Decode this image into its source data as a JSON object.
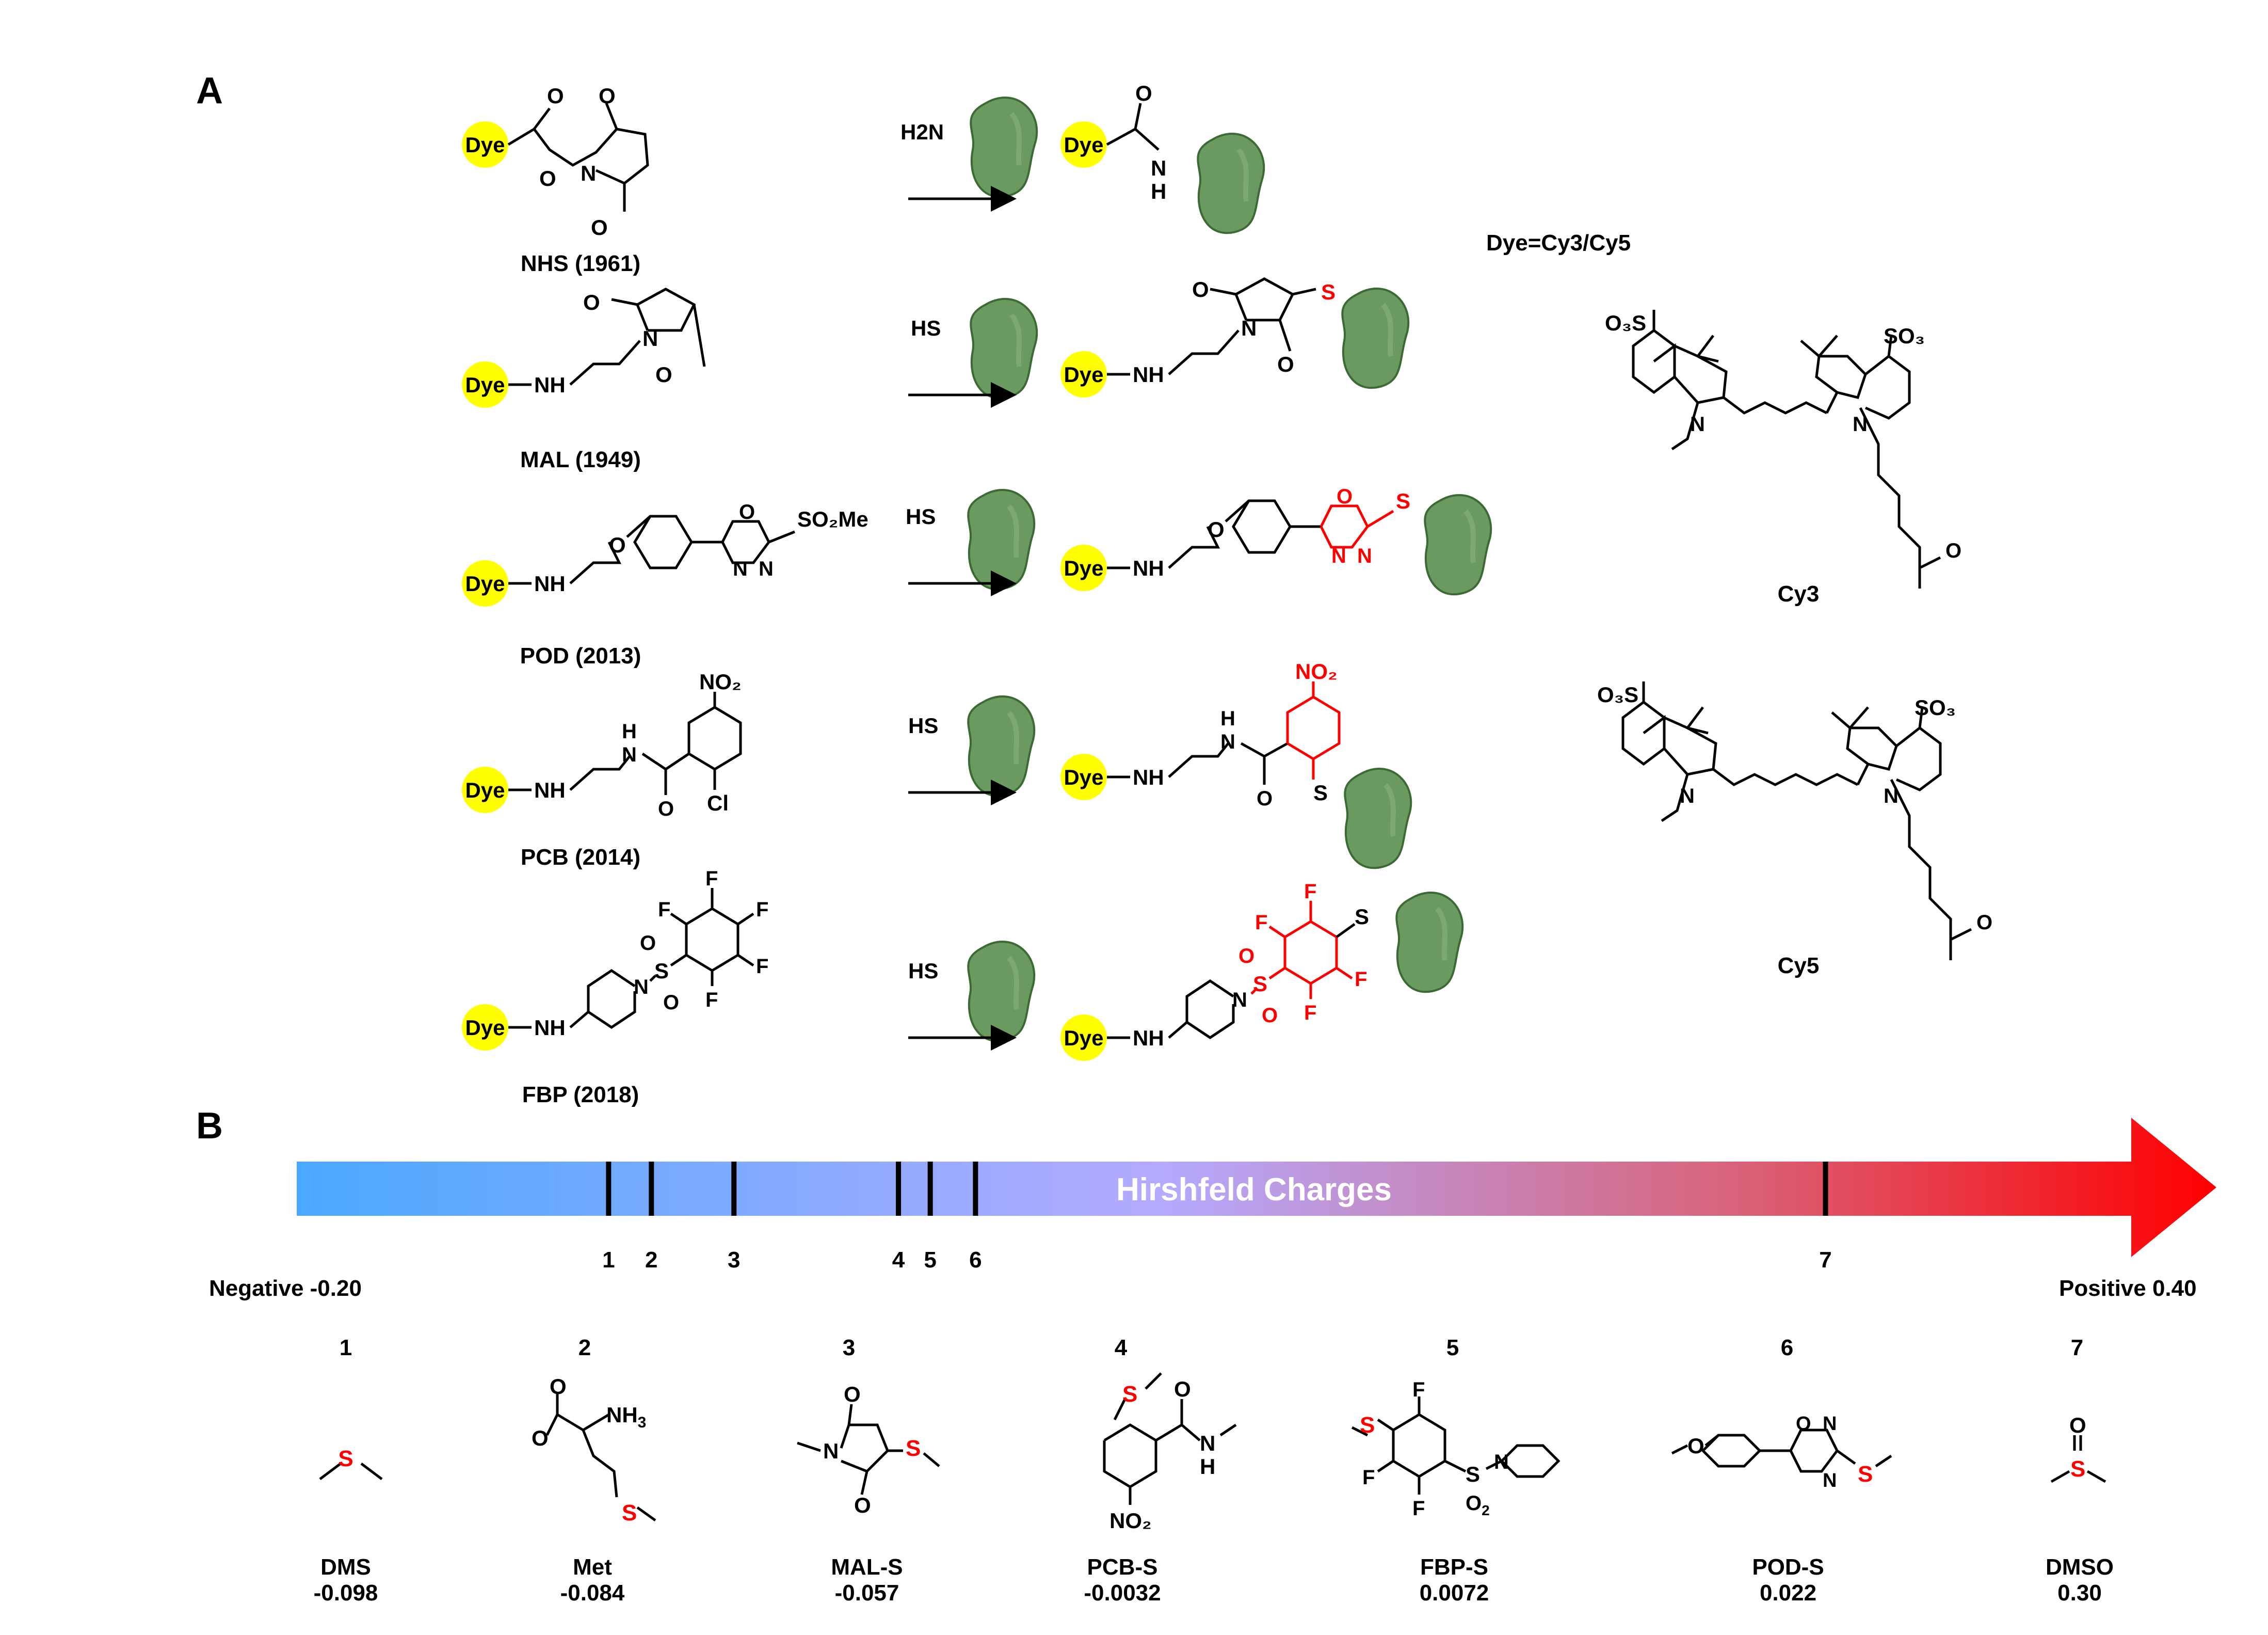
{
  "panel_a": {
    "label": "A",
    "dye_word": "Dye",
    "dye_def": "Dye=Cy3/Cy5",
    "reagents": [
      {
        "name": "NHS (1961)",
        "nucleophile": "H2N"
      },
      {
        "name": "MAL (1949)",
        "nucleophile": "HS"
      },
      {
        "name": "POD (2013)",
        "nucleophile": "HS"
      },
      {
        "name": "PCB (2014)",
        "nucleophile": "HS"
      },
      {
        "name": "FBP (2018)",
        "nucleophile": "HS"
      }
    ],
    "cyanines": [
      {
        "name": "Cy3"
      },
      {
        "name": "Cy5"
      }
    ],
    "atoms": {
      "O": "O",
      "N": "N",
      "NH": "NH",
      "H": "H",
      "S": "S",
      "F": "F",
      "Cl": "Cl",
      "SO2Me": "SO₂Me",
      "NO2": "NO₂",
      "SO3": "SO₃",
      "O3S": "O₃S",
      "HS": "HS",
      "H2N": "H₂N"
    }
  },
  "panel_b": {
    "label": "B",
    "bar_title": "Hirshfeld Charges",
    "left_label": "Negative -0.20",
    "right_label": "Positive 0.40",
    "range": [
      -0.2,
      0.4
    ],
    "colors": {
      "negative": "#4aa9ff",
      "middle": "#b0aaff",
      "positive": "#ff0000"
    },
    "markers": [
      {
        "num": "1",
        "name": "DMS",
        "value": "-0.098",
        "charge": -0.098
      },
      {
        "num": "2",
        "name": "Met",
        "value": "-0.084",
        "charge": -0.084
      },
      {
        "num": "3",
        "name": "MAL-S",
        "value": "-0.057",
        "charge": -0.057
      },
      {
        "num": "4",
        "name": "PCB-S",
        "value": "-0.0032",
        "charge": -0.0032
      },
      {
        "num": "5",
        "name": "FBP-S",
        "value": "0.0072",
        "charge": 0.0072
      },
      {
        "num": "6",
        "name": "POD-S",
        "value": "0.022",
        "charge": 0.022
      },
      {
        "num": "7",
        "name": "DMSO",
        "value": "0.30",
        "charge": 0.3
      }
    ]
  },
  "colors": {
    "dye": "#ffff00",
    "protein": "#6a9a60",
    "protein_edge": "#3b6a34",
    "highlight": "#ff0000"
  }
}
